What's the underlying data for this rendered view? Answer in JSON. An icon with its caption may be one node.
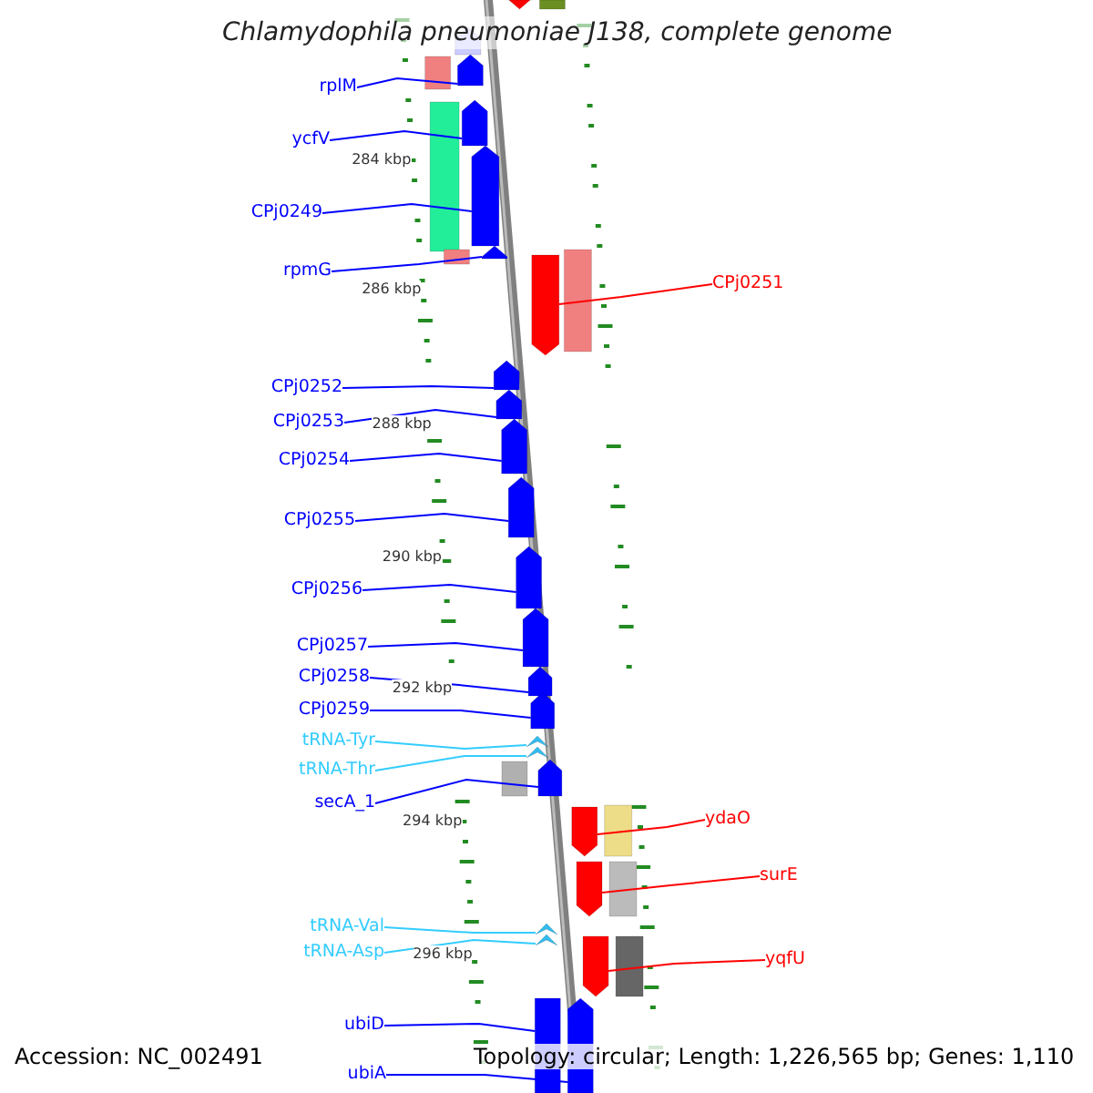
{
  "diagram": {
    "title": "Chlamydophila pneumoniae J138, complete genome",
    "nodes": [
      {
        "text": [
          "rplM"
        ]
      },
      {
        "text": [
          "ycfV"
        ]
      },
      {
        "text": [
          "CPj0249"
        ]
      },
      {
        "text": [
          "rpmG"
        ]
      },
      {
        "text": [
          "CPj0251"
        ]
      },
      {
        "text": [
          "CPj0252"
        ]
      },
      {
        "text": [
          "CPj0253"
        ]
      },
      {
        "text": [
          "CPj0254"
        ]
      },
      {
        "text": [
          "CPj0255"
        ]
      },
      {
        "text": [
          "CPj0256"
        ]
      },
      {
        "text": [
          "CPj0257"
        ]
      },
      {
        "text": [
          "CPj0258"
        ]
      },
      {
        "text": [
          "CPj0259"
        ]
      },
      {
        "text": [
          "tRNA-Tyr"
        ]
      },
      {
        "text": [
          "tRNA-Thr"
        ]
      },
      {
        "text": [
          "secA_1"
        ]
      },
      {
        "text": [
          "ydaO"
        ]
      },
      {
        "text": [
          "surE"
        ]
      },
      {
        "text": [
          "tRNA-Val"
        ]
      },
      {
        "text": [
          "tRNA-Asp"
        ]
      },
      {
        "text": [
          "yqfU"
        ]
      },
      {
        "text": [
          "ubiD"
        ]
      },
      {
        "text": [
          "ubiA"
        ]
      },
      {
        "text": [],
        "shape": "arrow"
      },
      {
        "text": [],
        "shape": "arrow"
      },
      {
        "text": [],
        "shape": "arrow"
      },
      {
        "text": [],
        "shape": "arrow"
      },
      {
        "text": [],
        "shape": "arrow"
      },
      {
        "text": [],
        "shape": "arrow"
      },
      {
        "text": [],
        "shape": "arrow"
      },
      {
        "text": [],
        "shape": "arrow"
      },
      {
        "text": [],
        "shape": "arrow"
      },
      {
        "text": [],
        "shape": "arrow"
      },
      {
        "text": [],
        "shape": "arrow"
      },
      {
        "text": [],
        "shape": "arrow"
      },
      {
        "text": [],
        "shape": "arrow"
      },
      {
        "text": [],
        "shape": "chevron"
      },
      {
        "text": [],
        "shape": "chevron"
      },
      {
        "text": [],
        "shape": "arrow"
      },
      {
        "text": [],
        "shape": "arrow"
      },
      {
        "text": [],
        "shape": "arrow"
      },
      {
        "text": [],
        "shape": "chevron"
      },
      {
        "text": [],
        "shape": "chevron"
      },
      {
        "text": [],
        "shape": "pentagon"
      },
      {
        "text": [],
        "shape": "box"
      },
      {
        "text": [],
        "shape": "pentagon"
      },
      {
        "text": [],
        "shape": "pentagon"
      },
      {
        "text": [],
        "shape": "box"
      },
      {
        "text": [],
        "shape": "pentagon"
      },
      {
        "text": [],
        "shape": "box"
      },
      {
        "text": [],
        "shape": "box"
      },
      {
        "text": [],
        "shape": "box"
      },
      {
        "text": [],
        "shape": "box"
      },
      {
        "text": [],
        "shape": "box"
      },
      {
        "text": [],
        "shape": "box"
      },
      {
        "text": [],
        "shape": "box"
      },
      {
        "text": [],
        "shape": "box"
      }
    ],
    "edges": [
      {
        "from": 0,
        "to": 23,
        "arrow": "none"
      },
      {
        "from": 1,
        "to": 24,
        "arrow": "none"
      },
      {
        "from": 2,
        "to": 25,
        "arrow": "none"
      },
      {
        "from": 3,
        "to": 26,
        "arrow": "none"
      },
      {
        "from": 4,
        "to": 27,
        "arrow": "none",
        "color": "#ff0000"
      },
      {
        "from": 5,
        "to": 28,
        "arrow": "none"
      },
      {
        "from": 6,
        "to": 29,
        "arrow": "none"
      },
      {
        "from": 7,
        "to": 30,
        "arrow": "none"
      },
      {
        "from": 8,
        "to": 31,
        "arrow": "none"
      },
      {
        "from": 9,
        "to": 32,
        "arrow": "none"
      },
      {
        "from": 10,
        "to": 33,
        "arrow": "none"
      },
      {
        "from": 11,
        "to": 34,
        "arrow": "none"
      },
      {
        "from": 12,
        "to": 35,
        "arrow": "none"
      },
      {
        "from": 13,
        "to": 36,
        "arrow": "none",
        "color": "#33ccff"
      },
      {
        "from": 14,
        "to": 37,
        "arrow": "none",
        "color": "#33ccff"
      },
      {
        "from": 15,
        "to": 38,
        "arrow": "none"
      },
      {
        "from": 16,
        "to": 39,
        "arrow": "none",
        "color": "#ff0000"
      },
      {
        "from": 17,
        "to": 40,
        "arrow": "none",
        "color": "#ff0000"
      },
      {
        "from": 18,
        "to": 41,
        "arrow": "none",
        "color": "#33ccff"
      },
      {
        "from": 19,
        "to": 42,
        "arrow": "none",
        "color": "#33ccff"
      },
      {
        "from": 20,
        "to": 43,
        "arrow": "none",
        "color": "#ff0000"
      },
      {
        "from": 21,
        "to": 44,
        "arrow": "none"
      },
      {
        "from": 22,
        "to": 45,
        "arrow": "none"
      }
    ],
    "labels": [
      "284 kbp",
      "286 kbp",
      "288 kbp",
      "290 kbp",
      "292 kbp",
      "294 kbp",
      "296 kbp",
      "Accession: NC_002491",
      "Topology: circular; Length: 1,226,565 bp; Genes: 1,110"
    ]
  }
}
